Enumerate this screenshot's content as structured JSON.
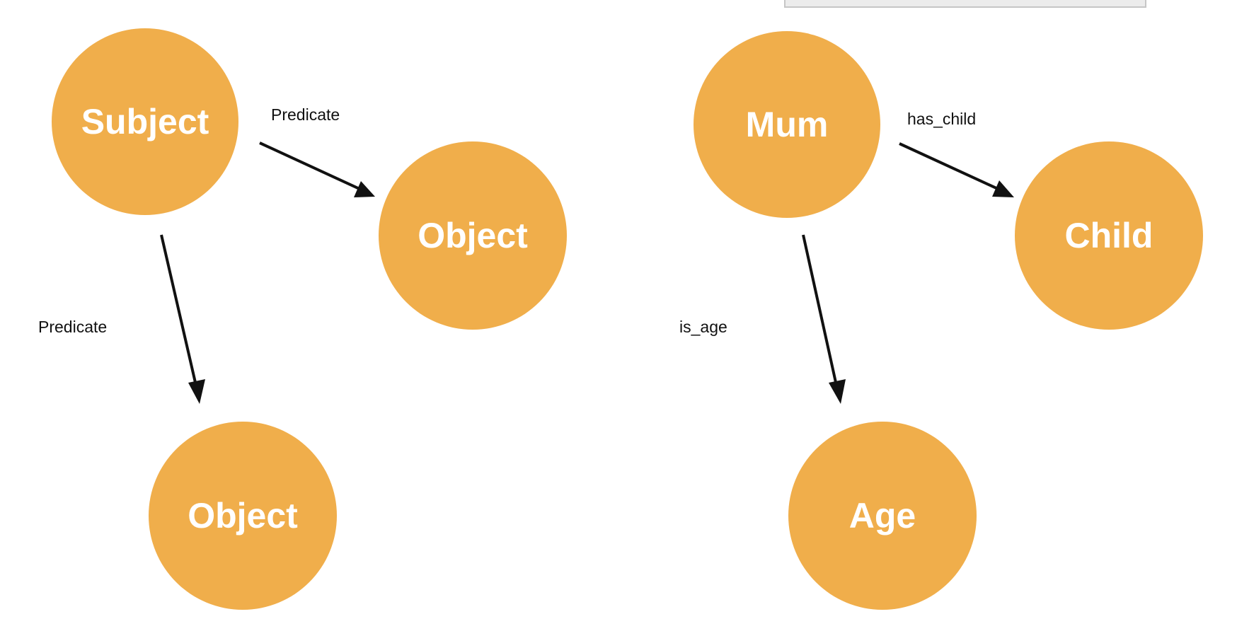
{
  "colors": {
    "node_fill": "#f0ae4b",
    "node_text": "#ffffff",
    "edge": "#111111",
    "label": "#111111"
  },
  "left_diagram": {
    "subject": "Subject",
    "object_right": "Object",
    "object_bottom": "Object",
    "predicate_right": "Predicate",
    "predicate_bottom": "Predicate"
  },
  "right_diagram": {
    "mum": "Mum",
    "child": "Child",
    "age": "Age",
    "has_child": "has_child",
    "is_age": "is_age"
  }
}
